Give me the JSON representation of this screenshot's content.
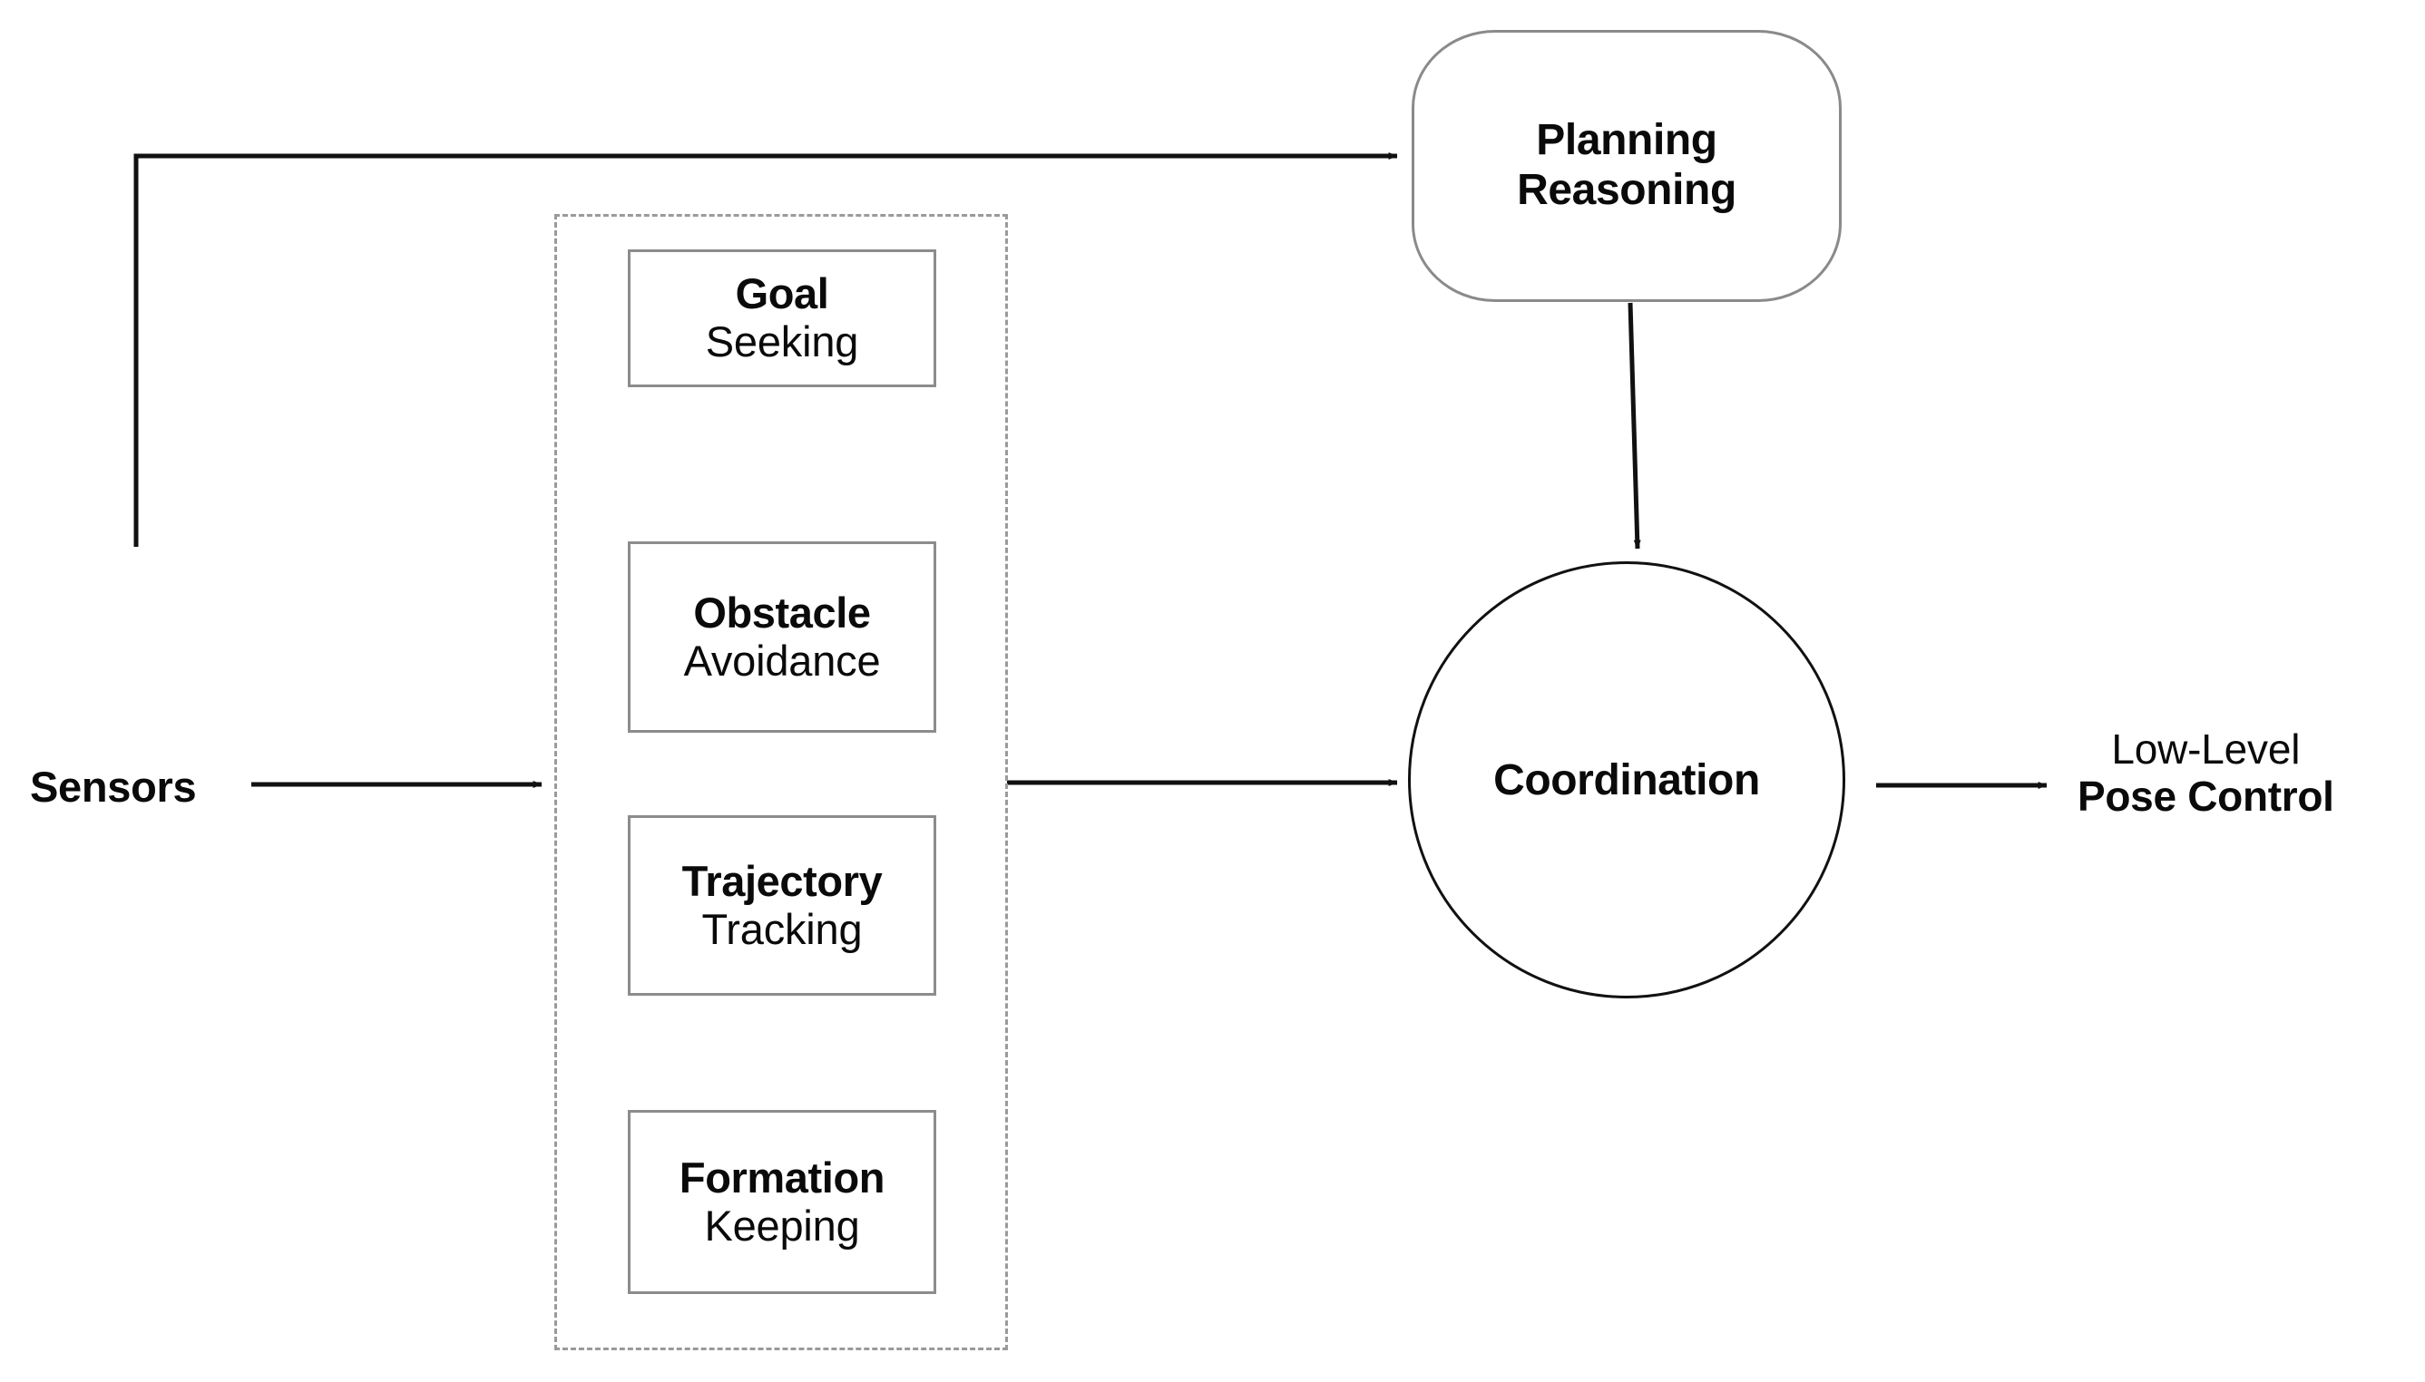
{
  "diagram": {
    "title": "Robot control architecture block diagram",
    "colors": {
      "ink": "#0a0a0a",
      "edge": "#111111",
      "box_border": "#8c8c8c",
      "group_border": "#9a9a9a",
      "background": "#ffffff"
    },
    "inputs": {
      "sensors_label": "Sensors"
    },
    "behavior_group": {
      "boxes": [
        {
          "line1": "Goal",
          "line2": "Seeking"
        },
        {
          "line1": "Obstacle",
          "line2": "Avoidance"
        },
        {
          "line1": "Trajectory",
          "line2": "Tracking"
        },
        {
          "line1": "Formation",
          "line2": "Keeping"
        }
      ]
    },
    "planning": {
      "line1": "Planning",
      "line2": "Reasoning"
    },
    "coordination": {
      "label": "Coordination"
    },
    "output": {
      "line1": "Low-Level",
      "line2": "Pose Control"
    },
    "edges": [
      {
        "name": "sensors-to-behaviors",
        "from": "Sensors",
        "to": "Behavior group",
        "style": "solid-arrow"
      },
      {
        "name": "sensors-to-planning",
        "from": "Sensors",
        "to": "Planning Reasoning",
        "style": "solid-arrow-elbow"
      },
      {
        "name": "planning-to-coordination",
        "from": "Planning Reasoning",
        "to": "Coordination",
        "style": "solid-arrow"
      },
      {
        "name": "behaviors-to-coordination",
        "from": "Behavior group",
        "to": "Coordination",
        "style": "solid-arrow"
      },
      {
        "name": "coordination-to-output",
        "from": "Coordination",
        "to": "Low-Level Pose Control",
        "style": "solid-arrow"
      }
    ]
  }
}
